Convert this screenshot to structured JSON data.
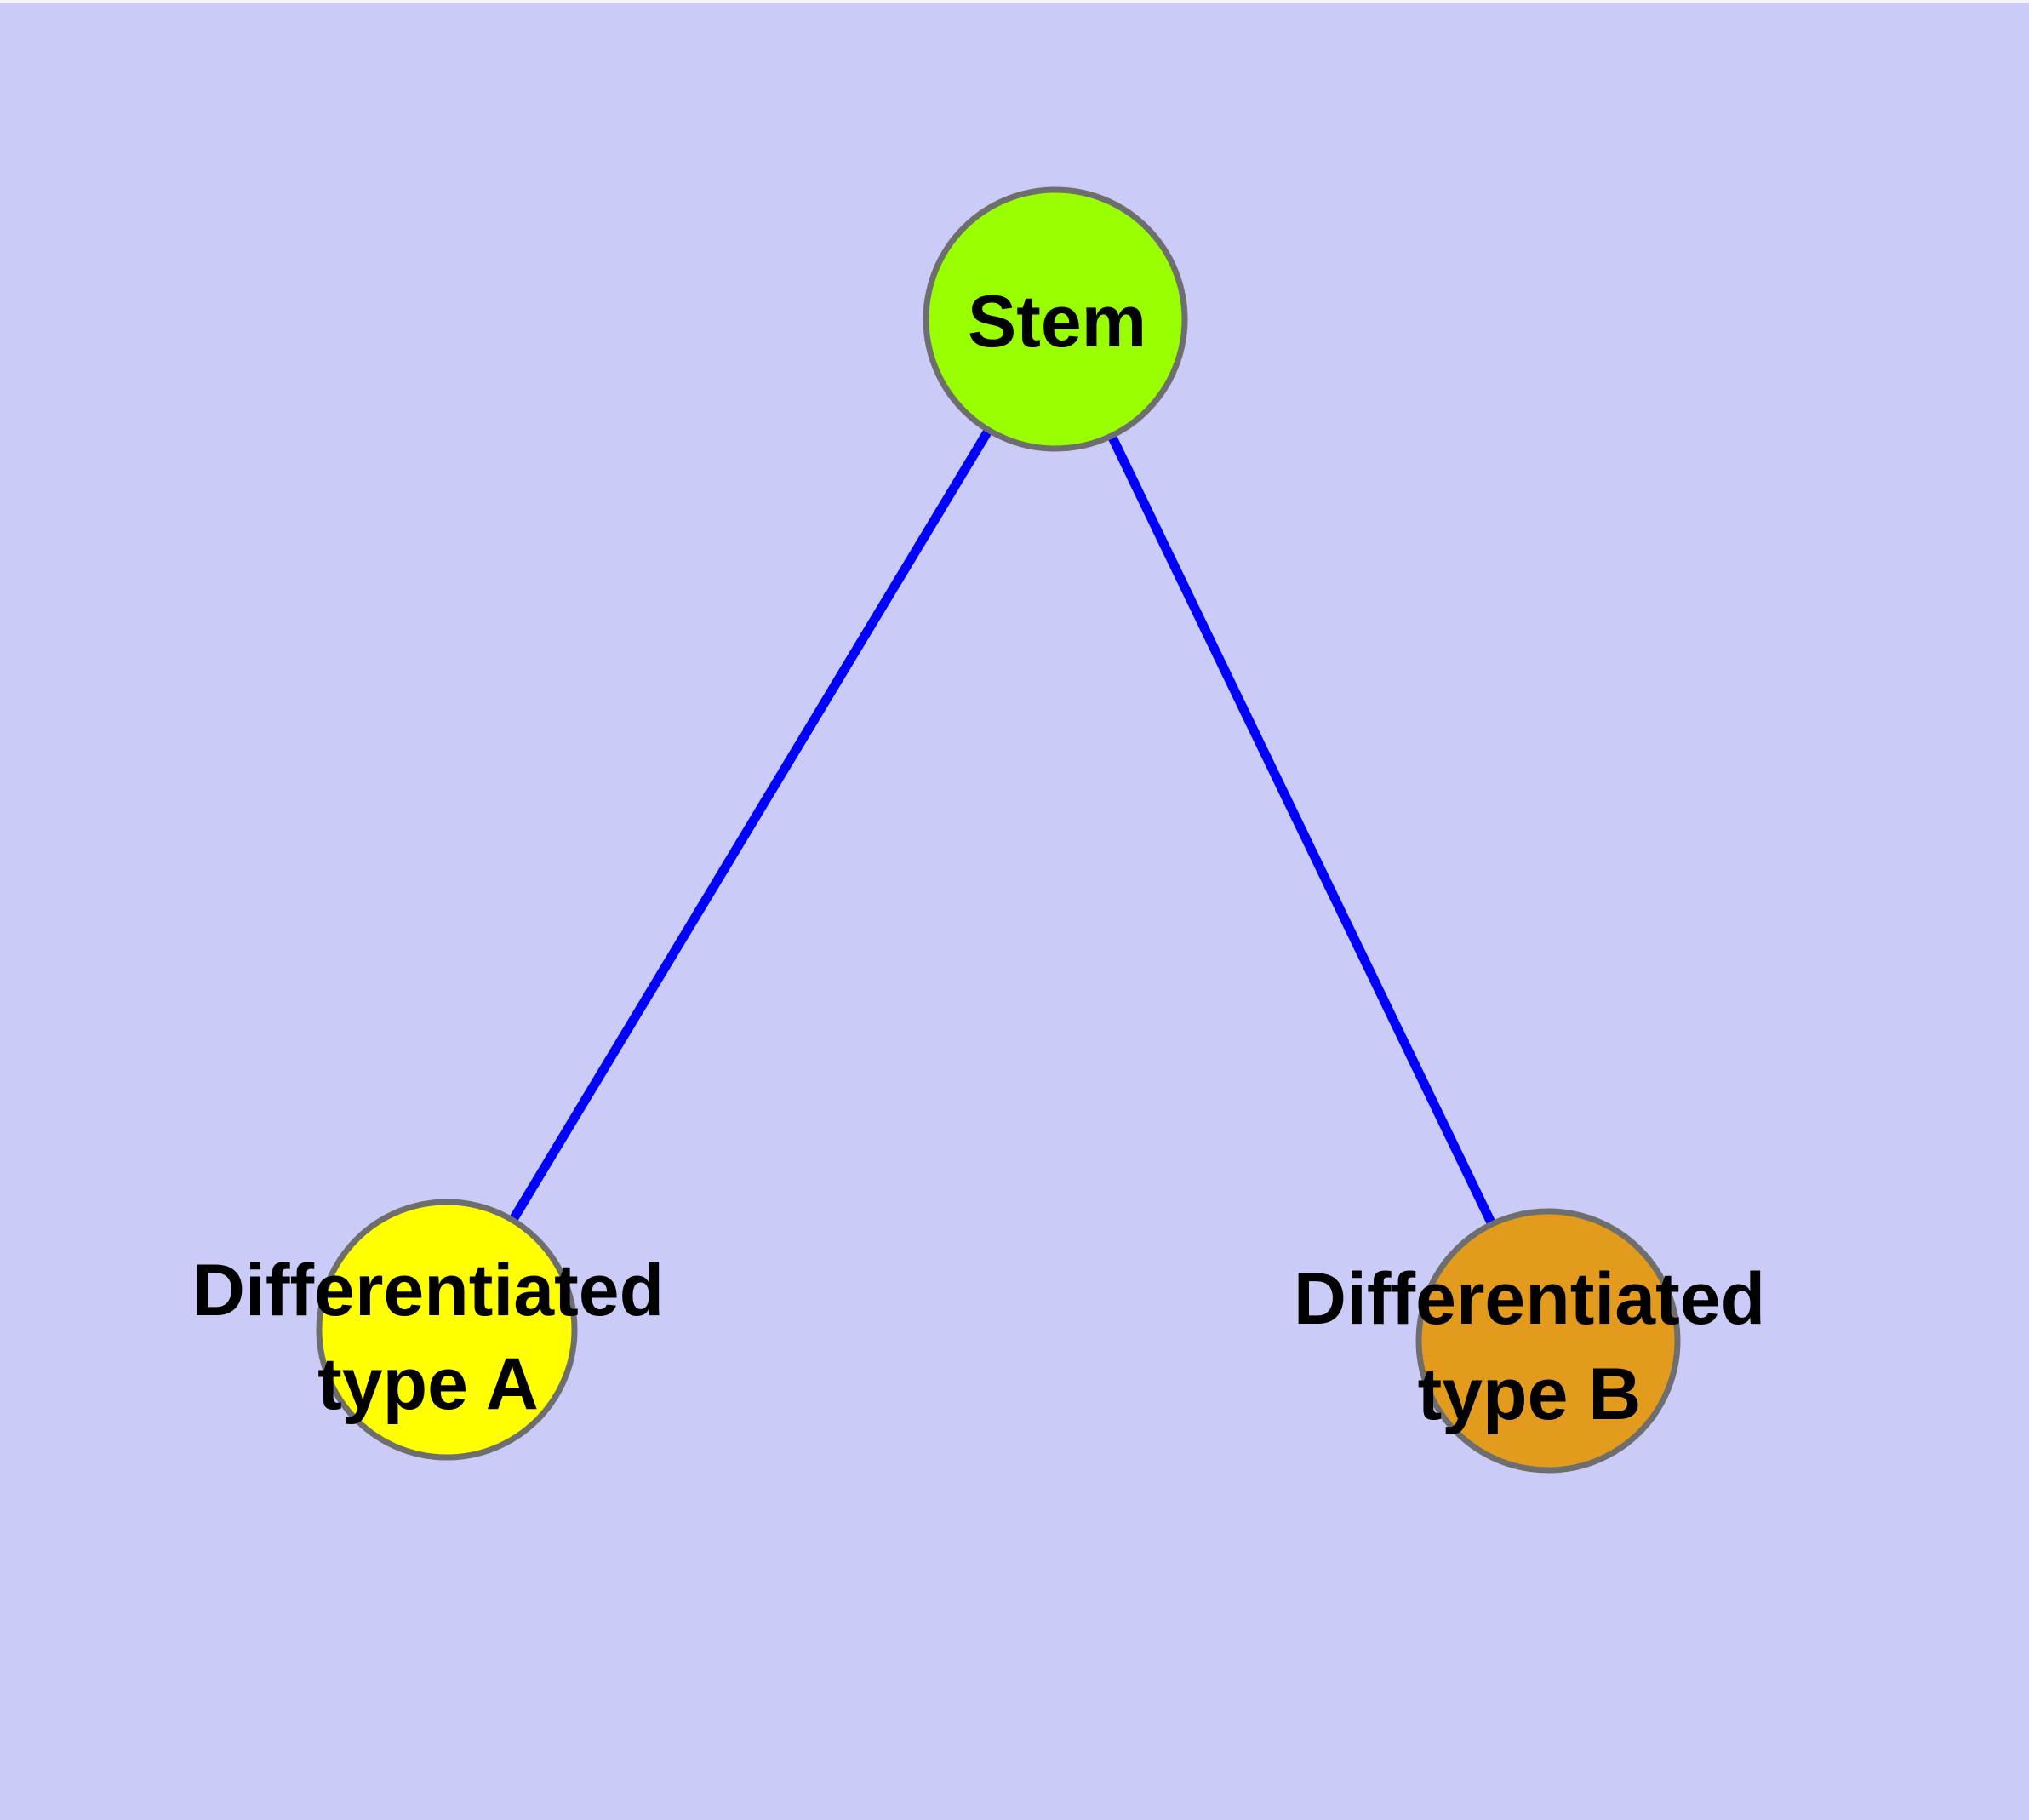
{
  "diagram": {
    "title": "stem-cell-differentiation-graph",
    "background_color": "#CBCBF7",
    "top_border_color": "#F4F4FC",
    "edge_color": "#0000FF",
    "node_stroke_color": "#6E6E6E",
    "label_color": "#000000",
    "nodes": [
      {
        "id": "stem",
        "label": "Stem",
        "fill": "#99FF00"
      },
      {
        "id": "differentiated-type-a",
        "label_line1": "Differentiated",
        "label_line2": "type A",
        "fill": "#FFFF00"
      },
      {
        "id": "differentiated-type-b",
        "label_line1": "Differentiated",
        "label_line2": "type B",
        "fill": "#E39B1D"
      }
    ],
    "edges": [
      {
        "from": "stem",
        "to": "differentiated-type-a"
      },
      {
        "from": "stem",
        "to": "differentiated-type-b"
      }
    ]
  }
}
